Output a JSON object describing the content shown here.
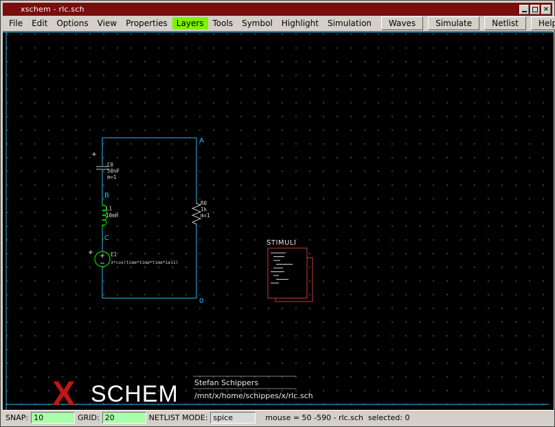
{
  "colors": {
    "chrome": "#d4d0c8",
    "titlebar": "#7a0d0d",
    "layers_active": "#7df200",
    "wire": "#2fbef0",
    "symgreen": "#00d400",
    "symgrey": "#c9c9c9",
    "labeltext": "#d9d9d9",
    "red": "#cd3a3a",
    "logored": "#c41616",
    "snapgreen": "#aaffaa"
  },
  "window": {
    "title": "xschem - rlc.sch"
  },
  "menubar": {
    "items": [
      "File",
      "Edit",
      "Options",
      "View",
      "Properties",
      "Layers",
      "Tools",
      "Symbol",
      "Highlight",
      "Simulation"
    ],
    "actions": [
      "Waves",
      "Simulate",
      "Netlist",
      "Help"
    ]
  },
  "schematic": {
    "nodes": {
      "a": "A",
      "b": "B",
      "c": "C",
      "gnd": "0"
    },
    "capacitor": {
      "name": "C0",
      "value": "50nF",
      "mult": "m=1"
    },
    "inductor": {
      "name": "L1",
      "value": "10mH"
    },
    "source": {
      "name": "E1",
      "value": "3*cos(time*time*time*1e11)"
    },
    "resistor": {
      "name": "R0",
      "value": "1k",
      "mult": "m=1"
    },
    "stimuli_label": "STIMULI"
  },
  "titleblock": {
    "logo_x": "X",
    "logo_text": "SCHEM",
    "author": "Stefan Schippers",
    "path": "/mnt/x/home/schippes/x/rlc.sch"
  },
  "statusbar": {
    "snap_label": "SNAP:",
    "snap_value": "10",
    "grid_label": "GRID:",
    "grid_value": "20",
    "netlist_label": "NETLIST MODE:",
    "netlist_value": "spice",
    "status_text": "mouse = 50 -590 - rlc.sch  selected: 0"
  }
}
